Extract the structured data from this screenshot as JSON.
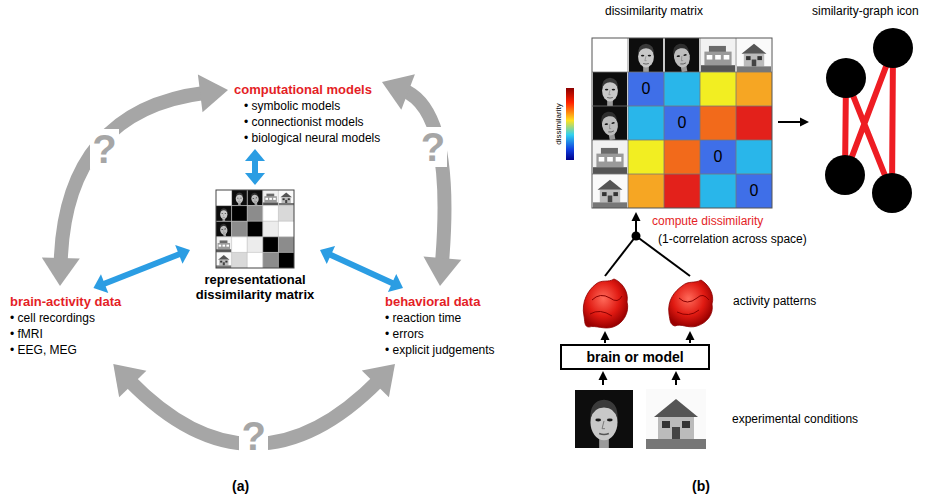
{
  "diagram": {
    "nodes": [
      {
        "text": [
          "computational models",
          "• symbolic models",
          "• connectionist models",
          "• biological neural models"
        ]
      },
      {
        "text": [
          "representational dissimilarity matrix"
        ]
      },
      {
        "text": [
          "brain-activity data",
          "• cell recordings",
          "• fMRI",
          "• EEG, MEG"
        ]
      },
      {
        "text": [
          "behavioral data",
          "• reaction time",
          "• errors",
          "• explicit judgements"
        ]
      },
      {
        "text": [
          "dissimilarity matrix"
        ]
      },
      {
        "text": [
          "similarity-graph icon"
        ]
      },
      {
        "text": [
          "activity patterns"
        ]
      },
      {
        "text": [
          "brain or model"
        ]
      },
      {
        "text": [
          "experimental conditions"
        ]
      }
    ],
    "edges": [
      {
        "from": 2,
        "to": 0,
        "arrow": "both",
        "label": "?"
      },
      {
        "from": 0,
        "to": 3,
        "arrow": "both",
        "label": "?"
      },
      {
        "from": 2,
        "to": 3,
        "arrow": "both",
        "label": "?"
      },
      {
        "from": 1,
        "to": 0,
        "arrow": "both"
      },
      {
        "from": 1,
        "to": 2,
        "arrow": "both"
      },
      {
        "from": 1,
        "to": 3,
        "arrow": "both"
      },
      {
        "from": 4,
        "to": 5,
        "arrow": "to"
      },
      {
        "from": 8,
        "to": 7,
        "arrow": "to"
      },
      {
        "from": 7,
        "to": 6,
        "arrow": "to"
      },
      {
        "from": 6,
        "to": 4,
        "arrow": "to",
        "label": "compute dissimilarity"
      }
    ],
    "labels": [
      "(a)",
      "(b)",
      "0",
      "0",
      "0",
      "0",
      "dissimilarity",
      "(1-correlation across space)"
    ]
  }
}
